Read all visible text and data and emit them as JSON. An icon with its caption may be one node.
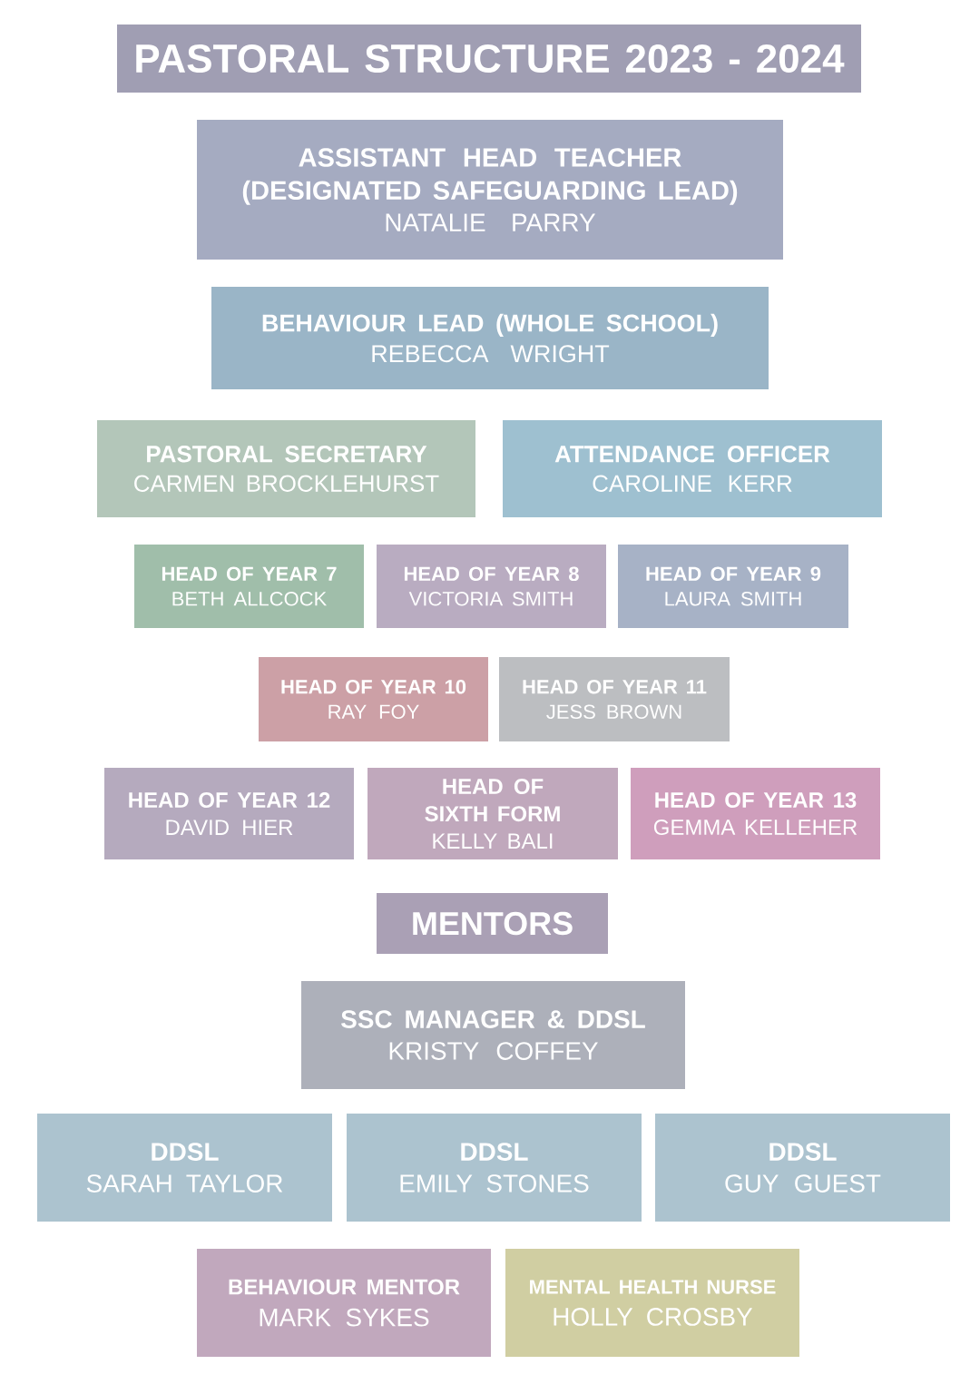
{
  "diagram": {
    "nodes": [
      {
        "text": [
          "PASTORAL STRUCTURE 2023 - 2024"
        ]
      },
      {
        "text": [
          "ASSISTANT HEAD TEACHER (DESIGNATED SAFEGUARDING LEAD)",
          "NATALIE PARRY"
        ]
      },
      {
        "text": [
          "BEHAVIOUR LEAD (WHOLE SCHOOL)",
          "REBECCA WRIGHT"
        ]
      },
      {
        "text": [
          "PASTORAL SECRETARY",
          "CARMEN BROCKLEHURST"
        ]
      },
      {
        "text": [
          "ATTENDANCE OFFICER",
          "CAROLINE KERR"
        ]
      },
      {
        "text": [
          "HEAD OF YEAR 7",
          "BETH ALLCOCK"
        ]
      },
      {
        "text": [
          "HEAD OF YEAR 8",
          "VICTORIA SMITH"
        ]
      },
      {
        "text": [
          "HEAD OF YEAR 9",
          "LAURA SMITH"
        ]
      },
      {
        "text": [
          "HEAD OF YEAR 10",
          "RAY FOY"
        ]
      },
      {
        "text": [
          "HEAD OF YEAR 11",
          "JESS BROWN"
        ]
      },
      {
        "text": [
          "HEAD OF YEAR 12",
          "DAVID HIER"
        ]
      },
      {
        "text": [
          "HEAD OF SIXTH FORM",
          "KELLY BALI"
        ]
      },
      {
        "text": [
          "HEAD OF YEAR 13",
          "GEMMA KELLEHER"
        ]
      },
      {
        "text": [
          "MENTORS"
        ]
      },
      {
        "text": [
          "SSC MANAGER & DDSL",
          "KRISTY COFFEY"
        ]
      },
      {
        "text": [
          "DDSL",
          "SARAH TAYLOR"
        ]
      },
      {
        "text": [
          "DDSL",
          "EMILY STONES"
        ]
      },
      {
        "text": [
          "DDSL",
          "GUY GUEST"
        ]
      },
      {
        "text": [
          "BEHAVIOUR MENTOR",
          "MARK SYKES"
        ]
      },
      {
        "text": [
          "MENTAL HEALTH NURSE",
          "HOLLY CROSBY"
        ]
      }
    ]
  }
}
